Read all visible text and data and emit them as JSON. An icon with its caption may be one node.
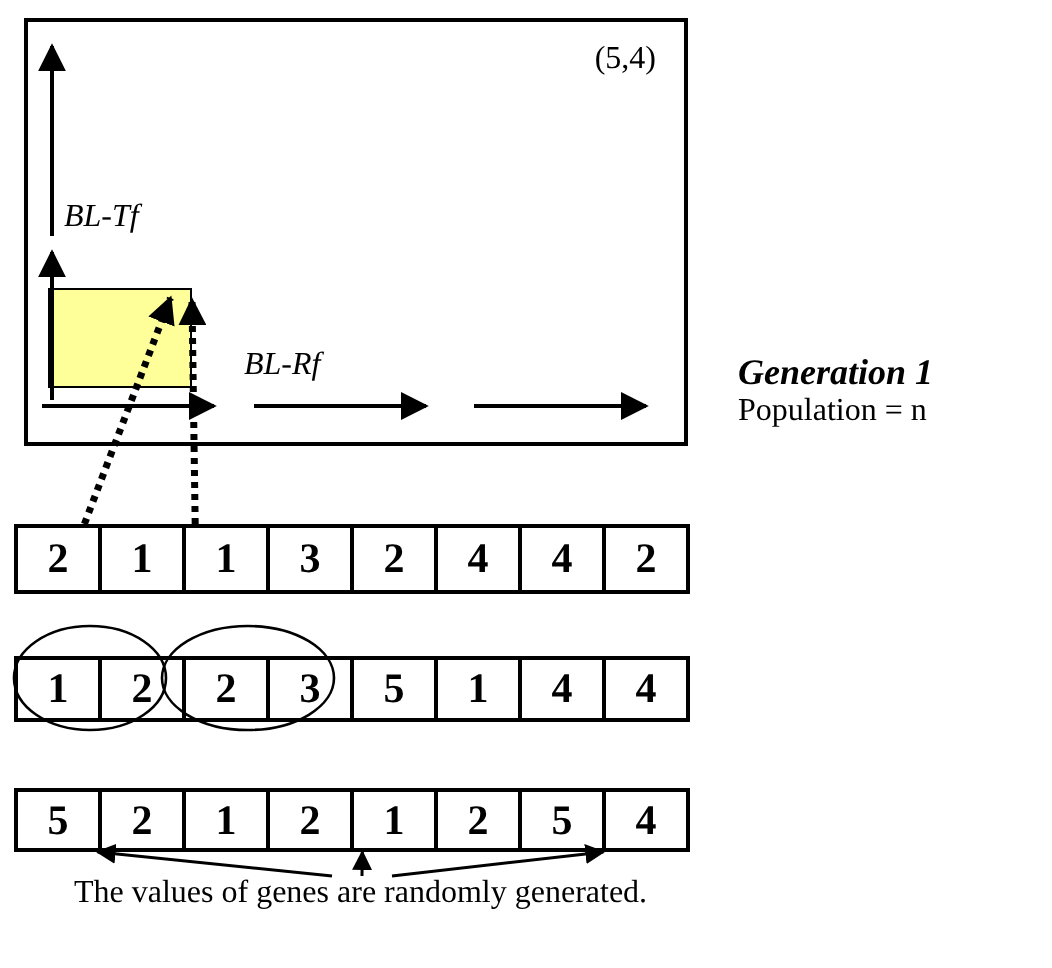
{
  "diagram": {
    "nodes": [
      {
        "text": [
          "(5,4)"
        ]
      },
      {
        "text": [],
        "shape": "box",
        "in": 0
      },
      {
        "text": [
          "2"
        ]
      },
      {
        "text": [
          "1"
        ]
      },
      {
        "text": [
          "1"
        ]
      },
      {
        "text": [
          "3"
        ]
      },
      {
        "text": [
          "2"
        ]
      },
      {
        "text": [
          "4"
        ]
      },
      {
        "text": [
          "4"
        ]
      },
      {
        "text": [
          "2"
        ]
      },
      {
        "text": [
          "1"
        ]
      },
      {
        "text": [
          "2"
        ]
      },
      {
        "text": [
          "2"
        ]
      },
      {
        "text": [
          "3"
        ]
      },
      {
        "text": [
          "5"
        ]
      },
      {
        "text": [
          "1"
        ]
      },
      {
        "text": [
          "4"
        ]
      },
      {
        "text": [
          "4"
        ]
      },
      {
        "text": [
          "5"
        ]
      },
      {
        "text": [
          "2"
        ]
      },
      {
        "text": [
          "1"
        ]
      },
      {
        "text": [
          "2"
        ]
      },
      {
        "text": [
          "1"
        ]
      },
      {
        "text": [
          "2"
        ]
      },
      {
        "text": [
          "5"
        ]
      },
      {
        "text": [
          "4"
        ]
      },
      {
        "text": [
          "The values of genes are randomly generated."
        ]
      }
    ],
    "edges": [
      {
        "from": 2,
        "to": 1,
        "arrow": "to",
        "style": "dashed"
      },
      {
        "from": 4,
        "to": 1,
        "arrow": "to",
        "style": "dashed"
      },
      {
        "from": 26,
        "to": 18,
        "arrow": "to"
      },
      {
        "from": 26,
        "to": 22,
        "arrow": "to"
      },
      {
        "from": 26,
        "to": 24,
        "arrow": "to"
      }
    ],
    "labels": [
      "BL-Tf",
      "BL-Rf",
      "Generation 1",
      "Population = n"
    ]
  }
}
